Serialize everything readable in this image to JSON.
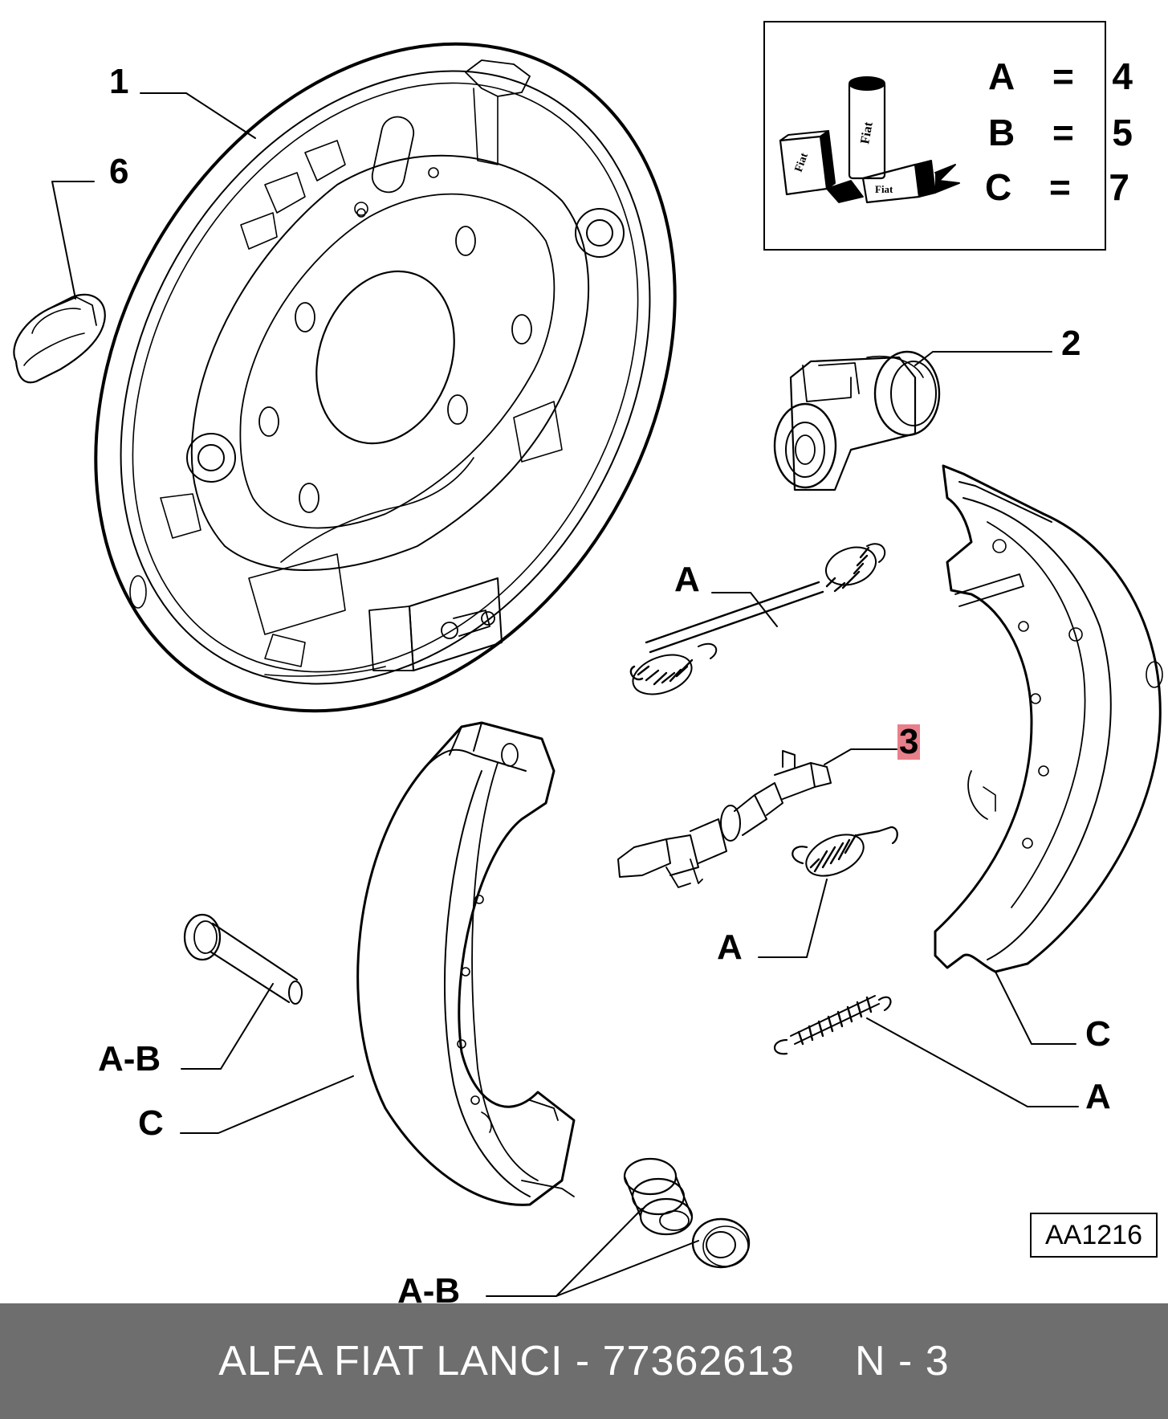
{
  "callouts": {
    "c1": "1",
    "c6": "6",
    "c2": "2",
    "a_top": "A",
    "c3": "3",
    "a_mid": "A",
    "ab_left": "A-B",
    "c_left": "C",
    "c_right": "C",
    "a_bottom": "A",
    "ab_bottom": "A-B"
  },
  "legend": {
    "rows": [
      {
        "key": "A",
        "eq": "=",
        "value": "4"
      },
      {
        "key": "B",
        "eq": "=",
        "value": "5"
      },
      {
        "key": "C",
        "eq": "=",
        "value": "7"
      }
    ],
    "box_icon_text_1": "Fiat",
    "box_icon_text_2": "Fiat",
    "box_icon_text_3": "Fiat"
  },
  "diagram_code": "AA1216",
  "footer": {
    "brand": "ALFA FIAT LANCI - 77362613",
    "position": "N - 3"
  },
  "colors": {
    "footer_bg": "#6e6e6e",
    "highlight": "#e8808b",
    "line": "#000000"
  }
}
